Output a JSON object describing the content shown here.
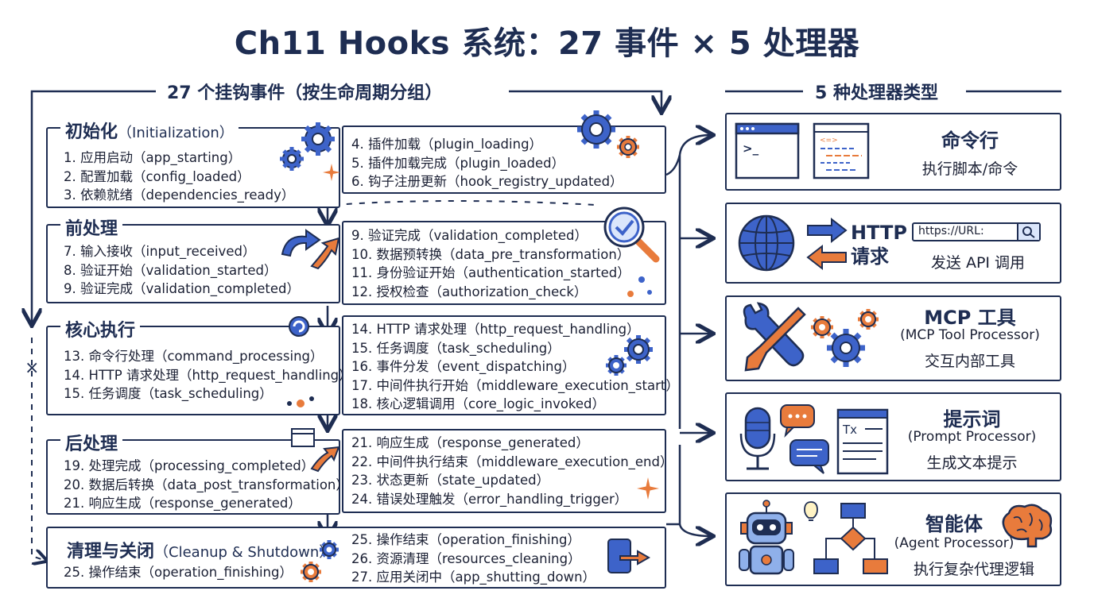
{
  "title": "Ch11 Hooks 系统：27 事件 × 5 处理器",
  "events_section": {
    "heading": "27 个挂钩事件（按生命周期分组）"
  },
  "processors_section": {
    "heading": "5 种处理器类型"
  },
  "stages": [
    {
      "name": "初始化",
      "name_en": "（Initialization）",
      "left_events": [
        "1. 应用启动（app_starting）",
        "2. 配置加载（config_loaded）",
        "3. 依赖就绪（dependencies_ready）"
      ],
      "right_events": [
        "4. 插件加载（plugin_loading）",
        "5. 插件加载完成（plugin_loaded）",
        "6. 钩子注册更新（hook_registry_updated）"
      ]
    },
    {
      "name": "前处理",
      "name_en": "",
      "left_events": [
        "7. 输入接收（input_received）",
        "8. 验证开始（validation_started）",
        "9. 验证完成（validation_completed）"
      ],
      "right_events": [
        "9. 验证完成（validation_completed）",
        "10. 数据预转换（data_pre_transformation）",
        "11. 身份验证开始（authentication_started）",
        "12. 授权检查（authorization_check）"
      ]
    },
    {
      "name": "核心执行",
      "name_en": "",
      "left_events": [
        "13. 命令行处理（command_processing）",
        "14. HTTP 请求处理（http_request_handling）",
        "15. 任务调度（task_scheduling）"
      ],
      "right_events": [
        "14. HTTP 请求处理（http_request_handling）",
        "15. 任务调度（task_scheduling）",
        "16. 事件分发（event_dispatching）",
        "17. 中间件执行开始（middleware_execution_start）",
        "18. 核心逻辑调用（core_logic_invoked）"
      ]
    },
    {
      "name": "后处理",
      "name_en": "",
      "left_events": [
        "19. 处理完成（processing_completed）",
        "20. 数据后转换（data_post_transformation）",
        "21. 响应生成（response_generated）"
      ],
      "right_events": [
        "21. 响应生成（response_generated）",
        "22. 中间件执行结束（middleware_execution_end）",
        "23. 状态更新（state_updated）",
        "24. 错误处理触发（error_handling_trigger）"
      ]
    },
    {
      "name": "清理与关闭",
      "name_en": "（Cleanup & Shutdown）",
      "left_events": [
        "25. 操作结束（operation_finishing）"
      ],
      "right_events": [
        "25. 操作结束（operation_finishing）",
        "26. 资源清理（resources_cleaning）",
        "27. 应用关闭中（app_shutting_down）"
      ]
    }
  ],
  "processors": [
    {
      "title": "命令行",
      "subtitle": "",
      "desc": "执行脚本/命令",
      "icon": "terminal-icon"
    },
    {
      "title": "HTTP\n请求",
      "subtitle": "",
      "desc": "发送 API 调用",
      "icon": "globe-icon",
      "url_bar": "https://URL:"
    },
    {
      "title": "MCP 工具",
      "subtitle": "(MCP Tool Processor)",
      "desc": "交互内部工具",
      "icon": "tools-icon"
    },
    {
      "title": "提示词",
      "subtitle": "(Prompt Processor)",
      "desc": "生成文本提示",
      "icon": "microphone-icon"
    },
    {
      "title": "智能体",
      "subtitle": "(Agent Processor)",
      "desc": "执行复杂代理逻辑",
      "icon": "robot-icon"
    }
  ],
  "colors": {
    "navy": "#1e2d52",
    "blue": "#3d63c9",
    "orange": "#e87b3c",
    "light_blue": "#8fb0ea"
  }
}
